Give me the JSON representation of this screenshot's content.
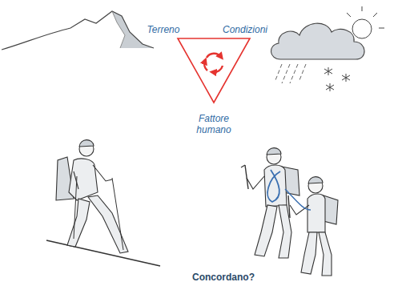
{
  "diagram": {
    "caption": "Concordano?",
    "labels": [
      "Terreno",
      "Condizioni",
      "Fattore humano"
    ]
  }
}
